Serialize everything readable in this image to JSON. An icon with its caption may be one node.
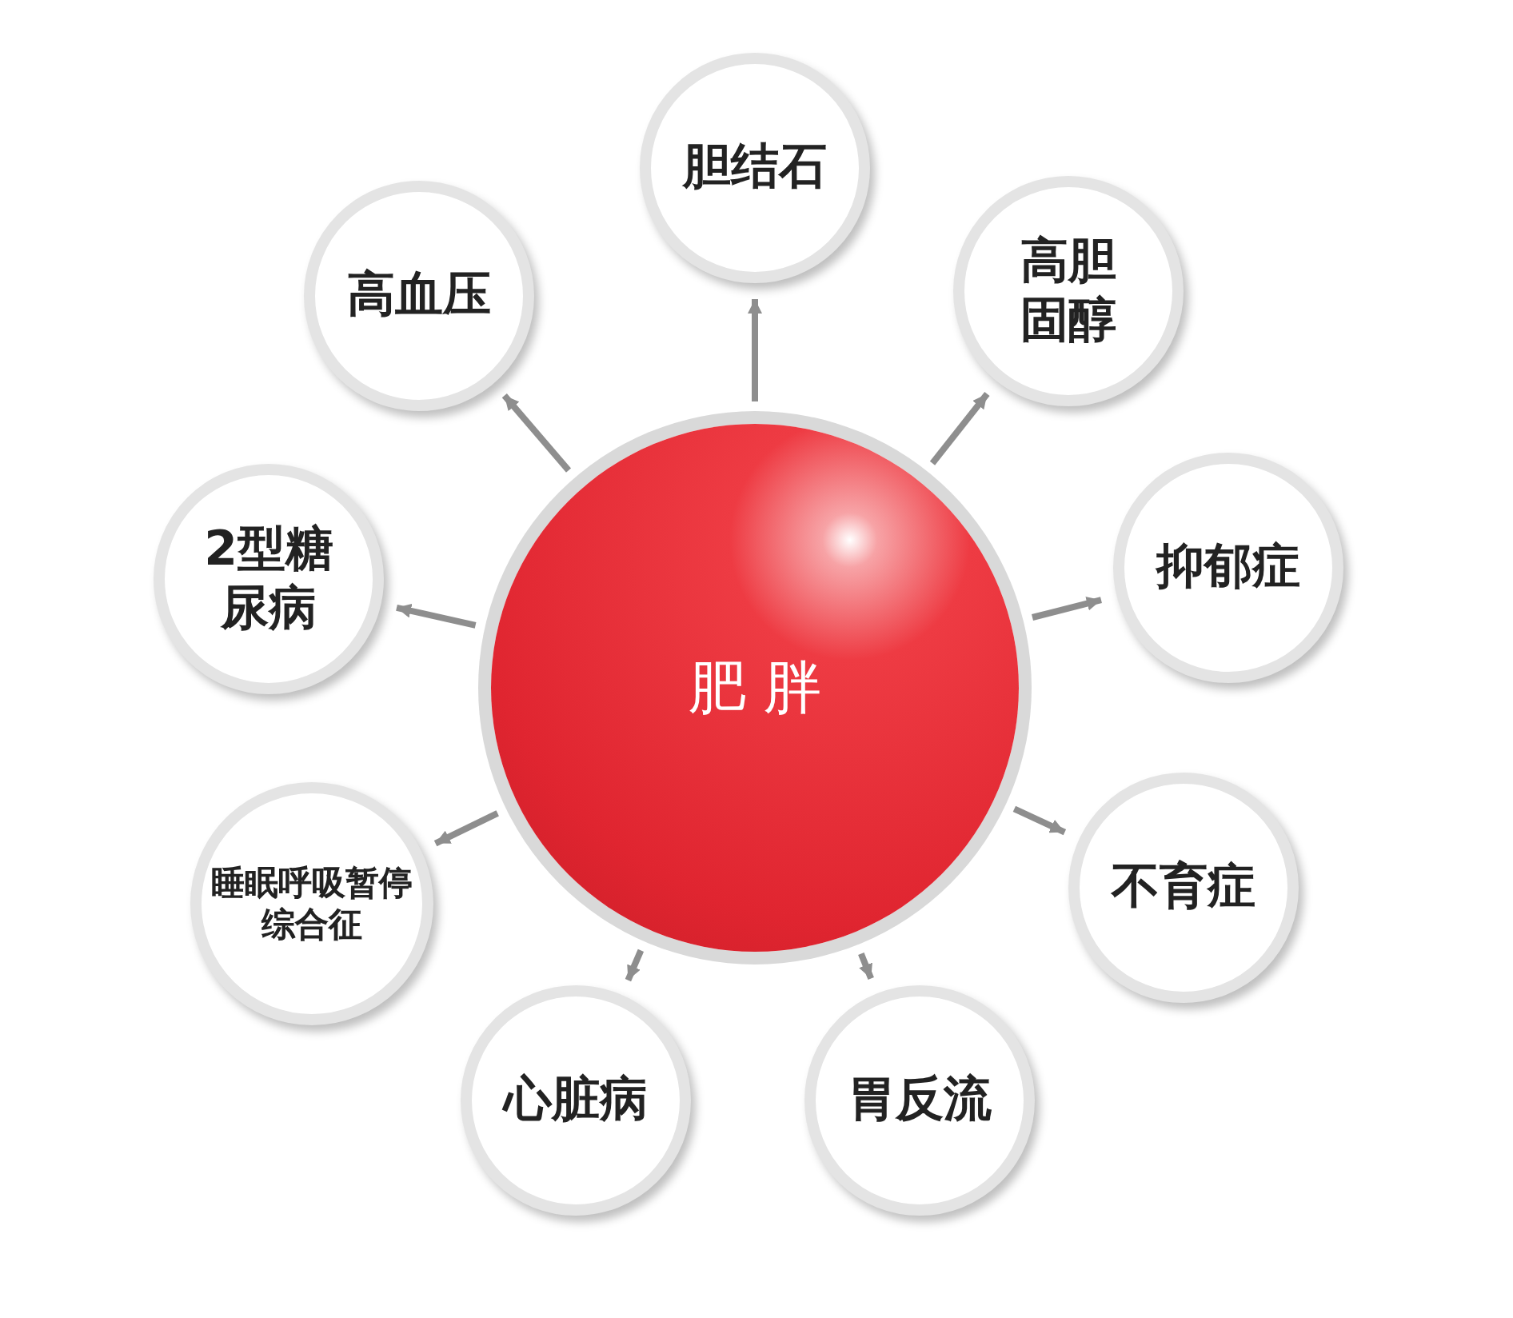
{
  "diagram": {
    "nodes": [
      {
        "text": [
          "肥 胖"
        ]
      },
      {
        "text": [
          "胆结石"
        ]
      },
      {
        "text": [
          "高胆固醇"
        ]
      },
      {
        "text": [
          "抑郁症"
        ]
      },
      {
        "text": [
          "不育症"
        ]
      },
      {
        "text": [
          "胃反流"
        ]
      },
      {
        "text": [
          "心脏病"
        ]
      },
      {
        "text": [
          "睡眠呼吸暂停综合征"
        ]
      },
      {
        "text": [
          "2型糖尿病"
        ]
      },
      {
        "text": [
          "高血压"
        ]
      }
    ],
    "edges": [
      {
        "from": 0,
        "to": 1,
        "arrow": "to"
      },
      {
        "from": 0,
        "to": 2,
        "arrow": "to"
      },
      {
        "from": 0,
        "to": 3,
        "arrow": "to"
      },
      {
        "from": 0,
        "to": 4,
        "arrow": "to"
      },
      {
        "from": 0,
        "to": 5,
        "arrow": "to"
      },
      {
        "from": 0,
        "to": 6,
        "arrow": "to"
      },
      {
        "from": 0,
        "to": 7,
        "arrow": "to"
      },
      {
        "from": 0,
        "to": 8,
        "arrow": "to"
      },
      {
        "from": 0,
        "to": 9,
        "arrow": "to"
      }
    ]
  }
}
